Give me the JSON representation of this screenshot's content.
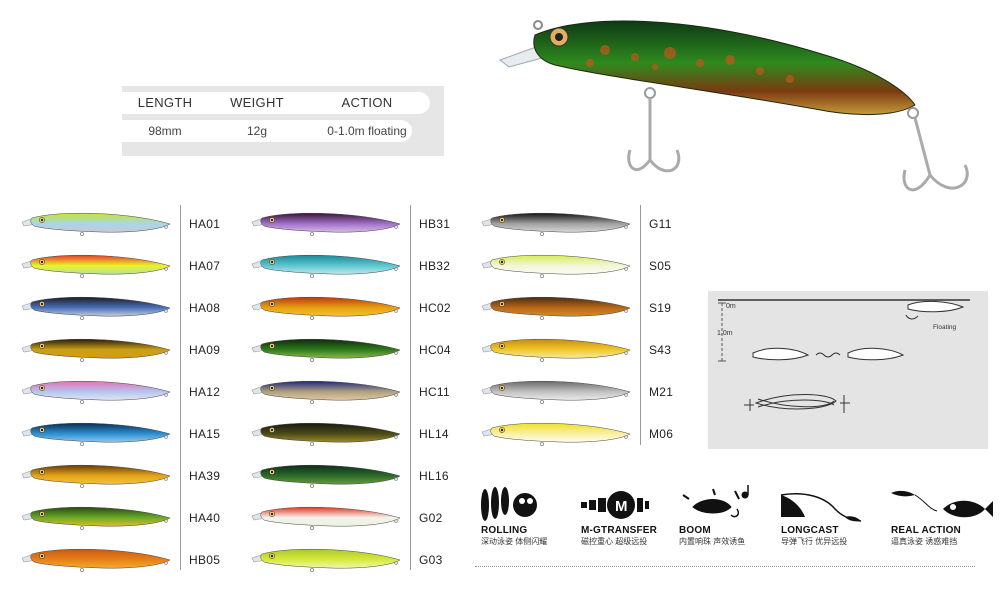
{
  "specs": {
    "headers": [
      "LENGTH",
      "WEIGHT",
      "ACTION"
    ],
    "values": [
      "98mm",
      "12g",
      "0-1.0m floating"
    ]
  },
  "lures": {
    "col1": [
      {
        "code": "HA01",
        "colors": [
          "#c8e62a",
          "#a8d5e8",
          "#c9c9d6"
        ]
      },
      {
        "code": "HA07",
        "colors": [
          "#e83a2a",
          "#eaf32a",
          "#b8e0a0"
        ]
      },
      {
        "code": "HA08",
        "colors": [
          "#1b1b25",
          "#4a6fb8",
          "#c3cbd9"
        ]
      },
      {
        "code": "HA09",
        "colors": [
          "#2a1a0d",
          "#c8a014",
          "#d99a12"
        ]
      },
      {
        "code": "HA12",
        "colors": [
          "#e870b8",
          "#b4c4ee",
          "#dfe6f2"
        ]
      },
      {
        "code": "HA15",
        "colors": [
          "#0d2e55",
          "#2b8fd0",
          "#95c8ea"
        ]
      },
      {
        "code": "HA39",
        "colors": [
          "#6b3a08",
          "#e2a418",
          "#f2c33a"
        ]
      },
      {
        "code": "HA40",
        "colors": [
          "#2a4a10",
          "#6aa82a",
          "#e0c020"
        ]
      },
      {
        "code": "HB05",
        "colors": [
          "#c85a10",
          "#e8801a",
          "#f3ad28"
        ]
      }
    ],
    "col2": [
      {
        "code": "HB31",
        "colors": [
          "#3a1538",
          "#a070c8",
          "#d8b8e6"
        ]
      },
      {
        "code": "HB32",
        "colors": [
          "#1a8a96",
          "#5ec6d0",
          "#bfe8ee"
        ]
      },
      {
        "code": "HC02",
        "colors": [
          "#b83a08",
          "#e8a012",
          "#f2c32e"
        ]
      },
      {
        "code": "HC04",
        "colors": [
          "#0e2a10",
          "#2e7a1a",
          "#8ab84a"
        ]
      },
      {
        "code": "HC11",
        "colors": [
          "#1b2a7a",
          "#b0a080",
          "#e2c8a2"
        ]
      },
      {
        "code": "HL14",
        "colors": [
          "#1a1a10",
          "#4a4a18",
          "#a08a2a"
        ]
      },
      {
        "code": "HL16",
        "colors": [
          "#0e2e18",
          "#2a6a2a",
          "#6a9a3a"
        ]
      },
      {
        "code": "G02",
        "colors": [
          "#e03a22",
          "#f2f2ee",
          "#eef4dc"
        ]
      },
      {
        "code": "G03",
        "colors": [
          "#a8c82a",
          "#d6ea3a",
          "#f0f6b0"
        ]
      }
    ],
    "col3": [
      {
        "code": "G11",
        "colors": [
          "#151515",
          "#a0a0a0",
          "#d8d8d8"
        ]
      },
      {
        "code": "S05",
        "colors": [
          "#d8ec52",
          "#f2f6d8",
          "#fafaf0"
        ]
      },
      {
        "code": "S19",
        "colors": [
          "#4a2a10",
          "#b8681a",
          "#d88a22"
        ]
      },
      {
        "code": "S43",
        "colors": [
          "#c88a10",
          "#f0c82a",
          "#f8e8a0"
        ]
      },
      {
        "code": "M21",
        "colors": [
          "#6a6a6a",
          "#c0c0c0",
          "#ececec"
        ]
      },
      {
        "code": "M06",
        "colors": [
          "#f0e02a",
          "#f8f0a0",
          "#fffcf0"
        ]
      }
    ]
  },
  "diagram": {
    "depth_top": "0m",
    "depth_bottom": "1.0m",
    "action_label": "Floating"
  },
  "features": [
    {
      "title": "ROLLING",
      "subtitle": "深动泳姿 体侧闪耀",
      "icon": "rolling-icon"
    },
    {
      "title": "M-GTRANSFER",
      "subtitle": "磁控重心 超级远投",
      "icon": "magnet-icon",
      "badge": "M"
    },
    {
      "title": "BOOM",
      "subtitle": "内置响珠 声效诱鱼",
      "icon": "sound-icon"
    },
    {
      "title": "LONGCAST",
      "subtitle": "导弹飞行 优异远投",
      "icon": "cast-icon"
    },
    {
      "title": "REAL ACTION",
      "subtitle": "逼真泳姿 诱惑难挡",
      "icon": "fish-icon"
    }
  ]
}
